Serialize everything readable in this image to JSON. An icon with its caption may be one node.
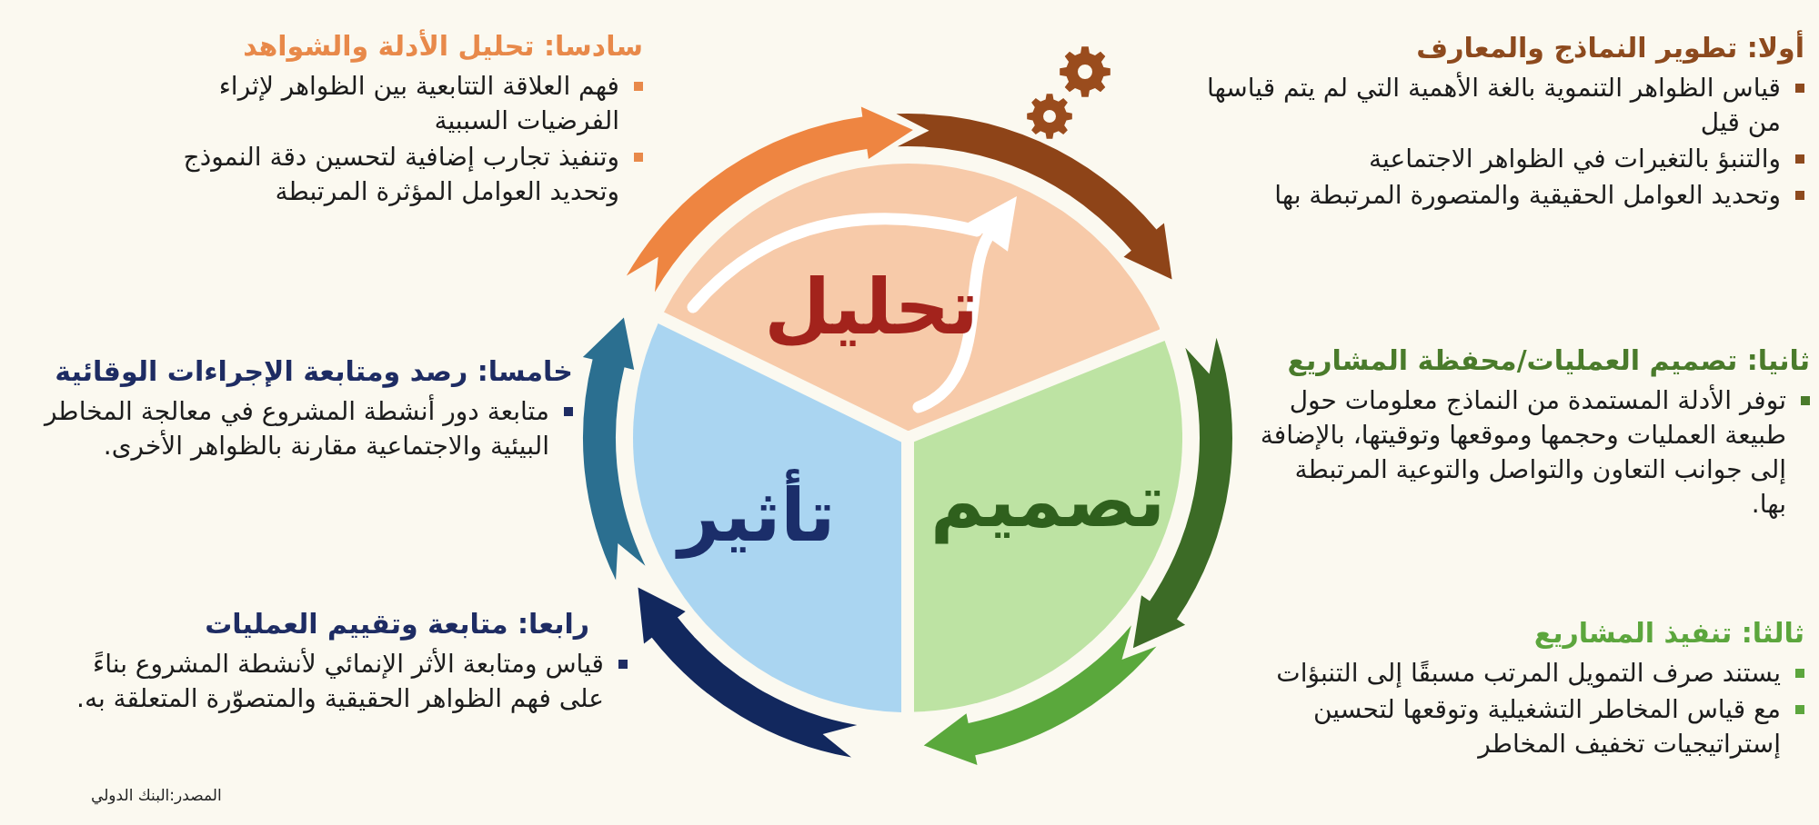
{
  "diagram": {
    "nodes": [
      {
        "text": [
          "تحليل"
        ]
      },
      {
        "text": [
          "تصميم"
        ]
      },
      {
        "text": [
          "تأثير"
        ]
      }
    ],
    "edges": [
      {
        "from": 0,
        "to": 1,
        "arrow": "to",
        "color": "#3c6b26"
      },
      {
        "from": 1,
        "to": 2,
        "arrow": "to",
        "color": "#12285e"
      },
      {
        "from": 2,
        "to": 0,
        "arrow": "to",
        "color": "#2b6f90"
      }
    ],
    "labels": [
      "أولا: تطوير النماذج والمعارف",
      "قياس الظواهر التنموية بالغة الأهمية التي لم يتم قياسها من قيل",
      "والتنبؤ بالتغيرات في الظواهر الاجتماعية",
      "وتحديد العوامل الحقيقية والمتصورة المرتبطة بها",
      "سادسا: تحليل الأدلة والشواهد",
      "فهم العلاقة التتابعية بين الظواهر لإثراء الفرضيات السببية",
      "وتنفيذ تجارب إضافية لتحسين دقة النموذج وتحديد العوامل المؤثرة المرتبطة",
      "ثانيا: تصميم العمليات/محفظة المشاريع",
      "توفر الأدلة المستمدة من النماذج معلومات حول طبيعة العمليات وحجمها وموقعها وتوقيتها، بالإضافة إلى جوانب التعاون والتواصل والتوعية المرتبطة بها.",
      "خامسا: رصد ومتابعة الإجراءات الوقائية",
      "متابعة دور أنشطة المشروع في معالجة المخاطر البيئية والاجتماعية مقارنة بالظواهر الأخرى.",
      "ثالثا: تنفيذ المشاريع",
      "يستند صرف التمويل المرتب مسبقًا إلى التنبؤات",
      "مع قياس المخاطر التشغيلية وتوقعها لتحسين إستراتيجيات تخفيف المخاطر",
      "رابعا: متابعة وتقييم العمليات",
      "قياس ومتابعة الأثر الإنمائي لأنشطة المشروع بناءً على فهم الظواهر الحقيقية والمتصوّرة المتعلقة به.",
      "المصدر:البنك الدولي"
    ]
  }
}
